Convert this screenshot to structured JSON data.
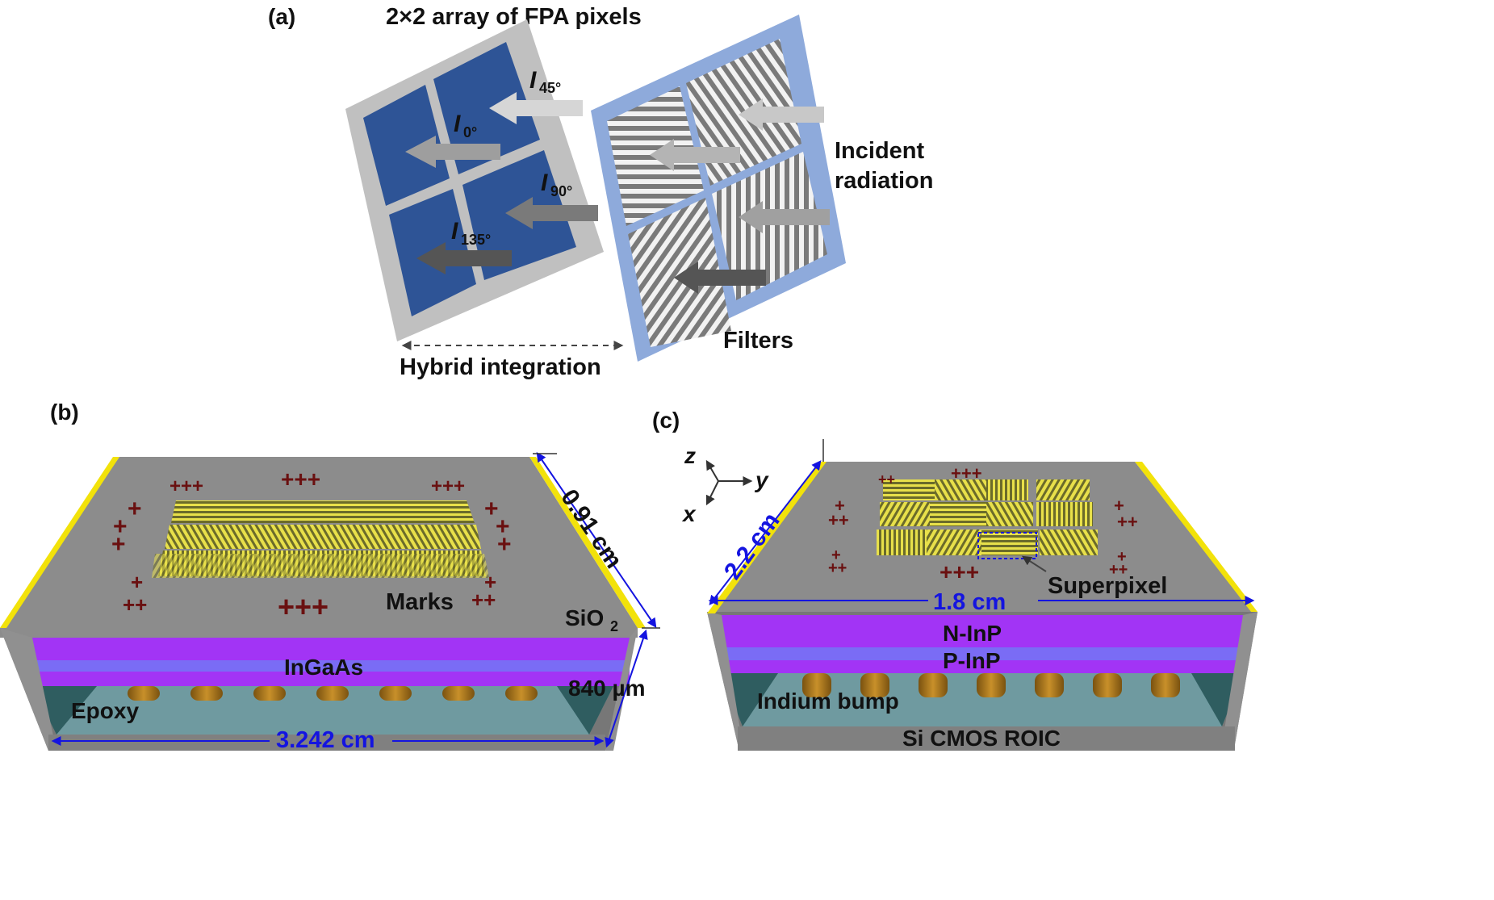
{
  "panel_a": {
    "tag": "(a)",
    "title": "2×2 array of FPA pixels",
    "intensity_symbol": "I",
    "i45_sub": "45°",
    "i0_sub": "0°",
    "i90_sub": "90°",
    "i135_sub": "135°",
    "incident": [
      "Incident",
      "radiation"
    ],
    "filters": "Filters",
    "hybrid": "Hybrid integration"
  },
  "panel_b": {
    "tag": "(b)",
    "width": "0.91 cm",
    "marks": "Marks",
    "sio2": "SiO",
    "sio2_sub": "2",
    "ingaas": "InGaAs",
    "thickness": "840 µm",
    "epoxy": "Epoxy",
    "length": "3.242 cm"
  },
  "panel_c": {
    "tag": "(c)",
    "axis_z": "z",
    "axis_y": "y",
    "axis_x": "x",
    "width": "2.2 cm",
    "length": "1.8 cm",
    "superpixel": "Superpixel",
    "ninp": "N-InP",
    "pinp": "P-InP",
    "bump": "Indium bump",
    "roic": "Si CMOS ROIC"
  },
  "colors": {
    "fpa_blue": "#2e5496",
    "filter_frame": "#8eaadb",
    "chip_top": "#8c8c8c",
    "ingaas": "#a234f5",
    "inp_p": "#7a6cf5",
    "epoxy": "#6f9aa0",
    "bump": "#a8751a",
    "gold": "#f2e20a",
    "mark": "#6a1010",
    "dim_blue": "#1414e0"
  }
}
